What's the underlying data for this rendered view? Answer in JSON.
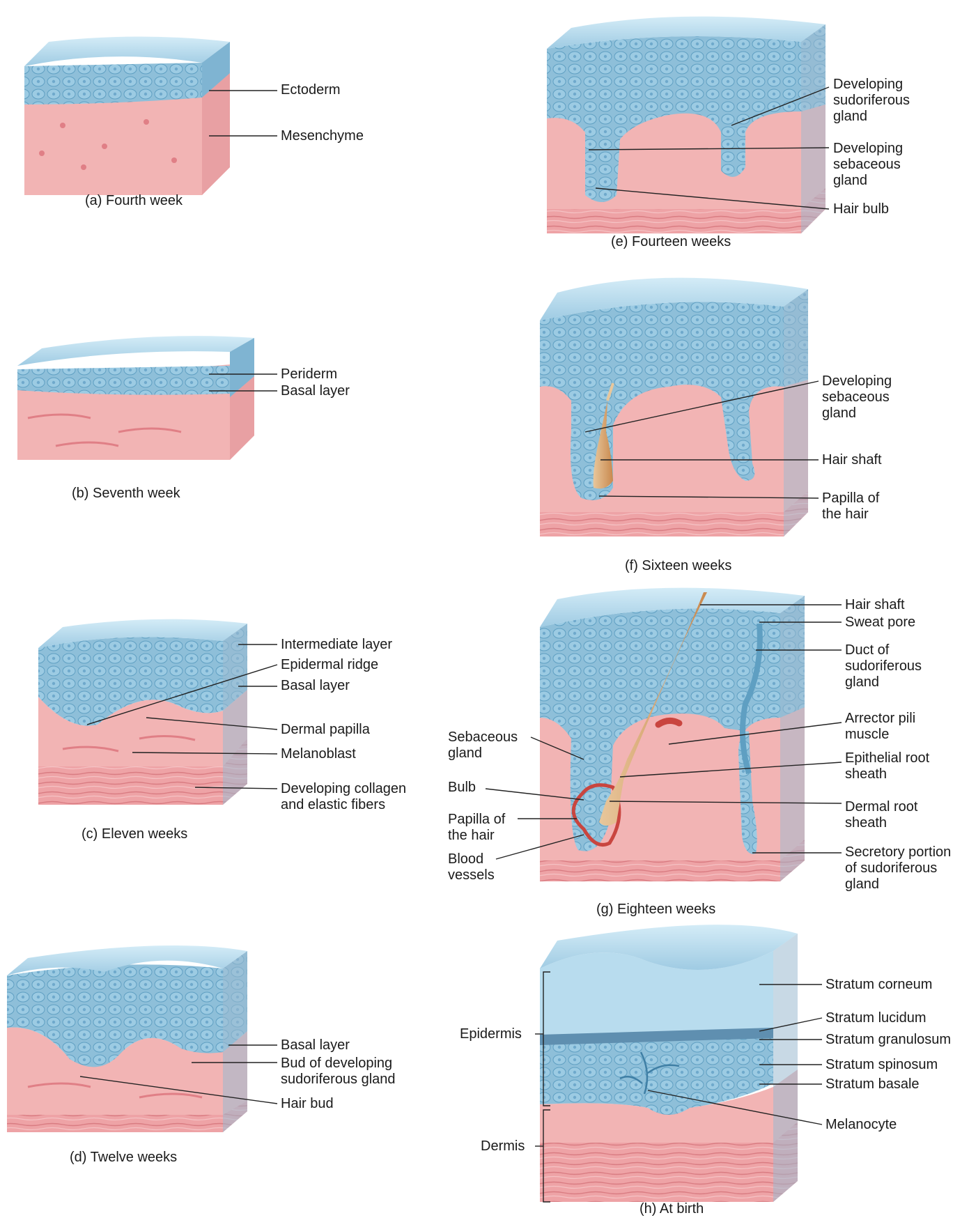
{
  "colors": {
    "epidermis": "#8ebfd9",
    "epidermis_top": "#b8dcee",
    "cell_outline": "#5f9fc2",
    "dermis": "#f2b4b4",
    "dermis_dark": "#e48f93",
    "hair": "#d9a064",
    "muscle": "#c9453f",
    "leader": "#222222"
  },
  "panels": {
    "a": {
      "caption": "(a)  Fourth week",
      "labels": [
        "Ectoderm",
        "Mesenchyme"
      ]
    },
    "b": {
      "caption": "(b)  Seventh week",
      "labels": [
        "Periderm",
        "Basal layer"
      ]
    },
    "c": {
      "caption": "(c)  Eleven weeks",
      "labels": [
        "Intermediate layer",
        "Epidermal ridge",
        "Basal layer",
        "Dermal papilla",
        "Melanoblast",
        "Developing collagen\nand elastic fibers"
      ]
    },
    "d": {
      "caption": "(d)  Twelve weeks",
      "labels": [
        "Basal layer",
        "Bud of developing\nsudoriferous gland",
        "Hair bud"
      ]
    },
    "e": {
      "caption": "(e)  Fourteen weeks",
      "labels": [
        "Developing\nsudoriferous\ngland",
        "Developing\nsebaceous\ngland",
        "Hair bulb"
      ]
    },
    "f": {
      "caption": "(f)  Sixteen weeks",
      "labels": [
        "Developing\nsebaceous\ngland",
        "Hair shaft",
        "Papilla of\nthe hair"
      ]
    },
    "g": {
      "caption": "(g)  Eighteen weeks",
      "labels_right": [
        "Hair shaft",
        "Sweat pore",
        "Duct of\nsudoriferous\ngland",
        "Arrector pili\nmuscle",
        "Epithelial root\nsheath",
        "Dermal root\nsheath",
        "Secretory portion\nof sudoriferous\ngland"
      ],
      "labels_left": [
        "Sebaceous\ngland",
        "Bulb",
        "Papilla of\nthe hair",
        "Blood\nvessels"
      ]
    },
    "h": {
      "caption": "(h)  At birth",
      "labels_right": [
        "Stratum corneum",
        "Stratum lucidum",
        "Stratum granulosum",
        "Stratum spinosum",
        "Stratum basale",
        "Melanocyte"
      ],
      "labels_left": [
        "Epidermis",
        "Dermis"
      ]
    }
  }
}
